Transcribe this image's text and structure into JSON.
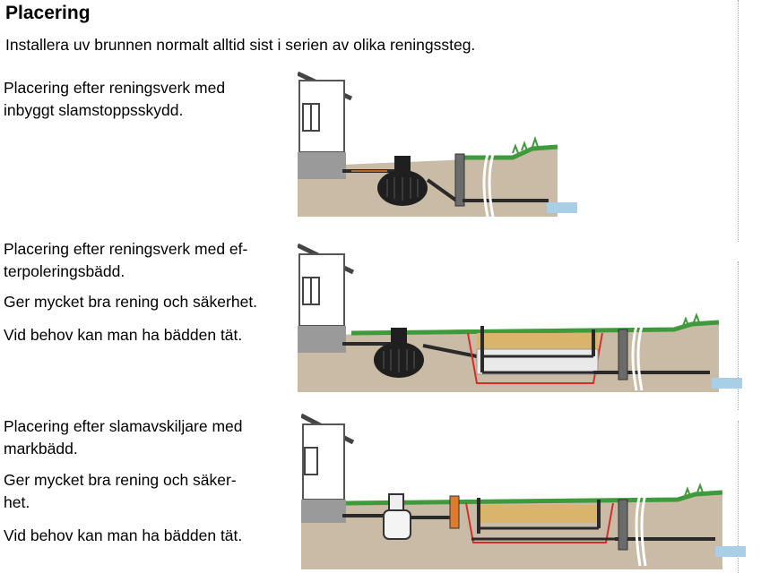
{
  "title": "Placering",
  "intro": "Installera uv brunnen normalt alltid sist i serien av olika reningssteg.",
  "sections": [
    {
      "lines": [
        "Placering efter reningsverk med",
        "inbyggt slamstoppsskydd."
      ]
    },
    {
      "lines": [
        "Placering efter reningsverk med ef-",
        "terpoleringsbädd."
      ],
      "p2": "Ger mycket bra rening och säkerhet.",
      "p3": "Vid behov kan man ha bädden tät."
    },
    {
      "lines": [
        "Placering efter slamavskiljare med",
        "markbädd."
      ],
      "p2_lines": [
        "Ger mycket bra rening och säker-",
        "het."
      ],
      "p3": "Vid behov kan man ha bädden tät."
    }
  ],
  "colors": {
    "soil": "#c9bba6",
    "grass": "#3f9a3c",
    "pipe": "#2a2a2a",
    "bed_sand": "#d9b46a",
    "liner": "#d0302a",
    "water": "#a9cfe6"
  }
}
